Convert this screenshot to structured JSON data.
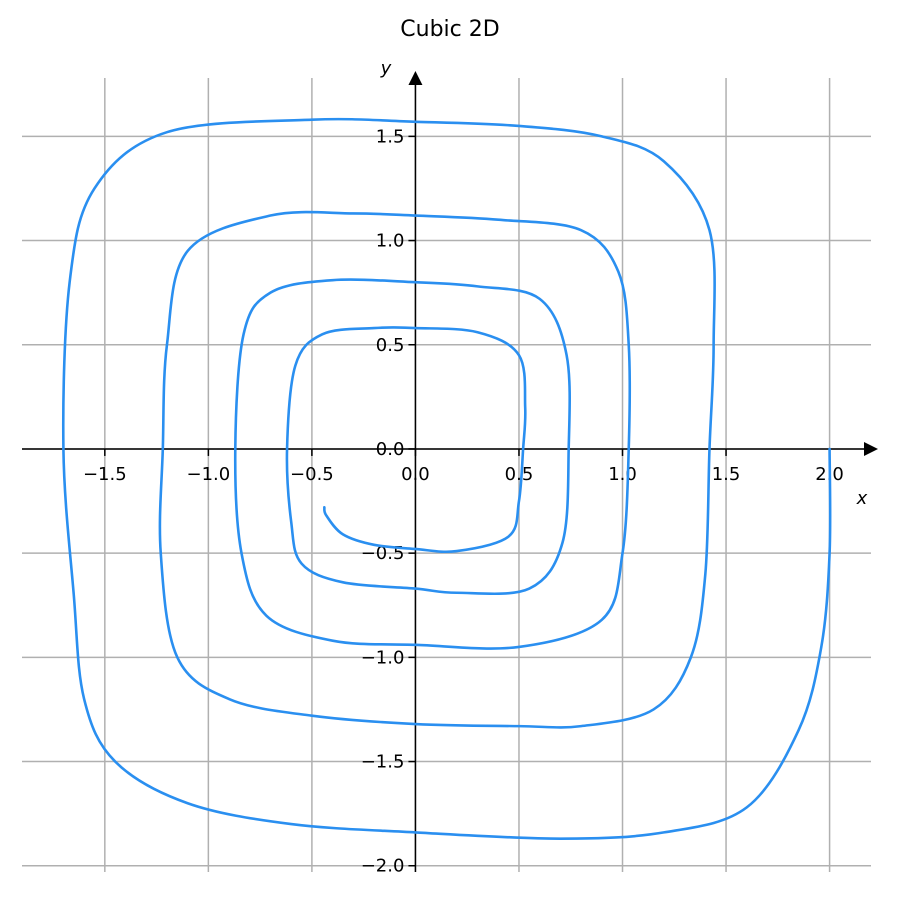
{
  "chart_data": {
    "type": "line",
    "title": "Cubic 2D",
    "xlabel": "x",
    "ylabel": "y",
    "xlim": [
      -1.9,
      2.2
    ],
    "ylim": [
      -2.03,
      1.78
    ],
    "grid": true,
    "axes_through_origin": true,
    "x_ticks": [
      "−1.5",
      "−1.0",
      "−0.5",
      "0.0",
      "0.5",
      "1.0",
      "1.5",
      "2.0"
    ],
    "y_ticks": [
      "−2.0",
      "−1.5",
      "−1.0",
      "−0.5",
      "0.0",
      "0.5",
      "1.0",
      "1.5"
    ],
    "x_tick_values": [
      -1.5,
      -1.0,
      -0.5,
      0.0,
      0.5,
      1.0,
      1.5,
      2.0
    ],
    "y_tick_values": [
      -2.0,
      -1.5,
      -1.0,
      -0.5,
      0.0,
      0.5,
      1.0,
      1.5
    ],
    "series": [
      {
        "color": "#2a8ff0",
        "points": [
          [
            2.0,
            0.0
          ],
          [
            2.0,
            -0.5
          ],
          [
            1.96,
            -0.95
          ],
          [
            1.85,
            -1.35
          ],
          [
            1.6,
            -1.72
          ],
          [
            1.2,
            -1.84
          ],
          [
            0.7,
            -1.87
          ],
          [
            0.0,
            -1.84
          ],
          [
            -0.6,
            -1.8
          ],
          [
            -1.1,
            -1.7
          ],
          [
            -1.45,
            -1.5
          ],
          [
            -1.6,
            -1.2
          ],
          [
            -1.65,
            -0.7
          ],
          [
            -1.7,
            0.0
          ],
          [
            -1.67,
            0.8
          ],
          [
            -1.55,
            1.25
          ],
          [
            -1.2,
            1.52
          ],
          [
            -0.5,
            1.58
          ],
          [
            0.0,
            1.57
          ],
          [
            0.5,
            1.55
          ],
          [
            0.9,
            1.5
          ],
          [
            1.2,
            1.38
          ],
          [
            1.42,
            1.05
          ],
          [
            1.44,
            0.5
          ],
          [
            1.42,
            0.0
          ],
          [
            1.4,
            -0.6
          ],
          [
            1.33,
            -1.0
          ],
          [
            1.15,
            -1.25
          ],
          [
            0.8,
            -1.33
          ],
          [
            0.5,
            -1.33
          ],
          [
            0.0,
            -1.32
          ],
          [
            -0.5,
            -1.28
          ],
          [
            -0.9,
            -1.2
          ],
          [
            -1.15,
            -1.0
          ],
          [
            -1.23,
            -0.5
          ],
          [
            -1.22,
            0.0
          ],
          [
            -1.2,
            0.5
          ],
          [
            -1.1,
            0.95
          ],
          [
            -0.7,
            1.12
          ],
          [
            -0.3,
            1.13
          ],
          [
            0.0,
            1.12
          ],
          [
            0.4,
            1.1
          ],
          [
            0.8,
            1.05
          ],
          [
            0.98,
            0.85
          ],
          [
            1.03,
            0.5
          ],
          [
            1.03,
            0.0
          ],
          [
            1.0,
            -0.5
          ],
          [
            0.9,
            -0.82
          ],
          [
            0.5,
            -0.95
          ],
          [
            0.0,
            -0.94
          ],
          [
            -0.4,
            -0.92
          ],
          [
            -0.72,
            -0.8
          ],
          [
            -0.84,
            -0.5
          ],
          [
            -0.87,
            0.0
          ],
          [
            -0.83,
            0.55
          ],
          [
            -0.7,
            0.75
          ],
          [
            -0.4,
            0.81
          ],
          [
            0.0,
            0.8
          ],
          [
            0.3,
            0.78
          ],
          [
            0.6,
            0.72
          ],
          [
            0.73,
            0.45
          ],
          [
            0.74,
            0.0
          ],
          [
            0.71,
            -0.45
          ],
          [
            0.55,
            -0.67
          ],
          [
            0.2,
            -0.69
          ],
          [
            0.0,
            -0.67
          ],
          [
            -0.35,
            -0.64
          ],
          [
            -0.55,
            -0.55
          ],
          [
            -0.6,
            -0.35
          ],
          [
            -0.62,
            0.0
          ],
          [
            -0.58,
            0.4
          ],
          [
            -0.45,
            0.55
          ],
          [
            -0.2,
            0.58
          ],
          [
            0.0,
            0.58
          ],
          [
            0.3,
            0.56
          ],
          [
            0.5,
            0.45
          ],
          [
            0.53,
            0.2
          ],
          [
            0.52,
            0.0
          ],
          [
            0.5,
            -0.25
          ],
          [
            0.45,
            -0.42
          ],
          [
            0.2,
            -0.49
          ],
          [
            0.0,
            -0.48
          ],
          [
            -0.2,
            -0.46
          ],
          [
            -0.35,
            -0.41
          ],
          [
            -0.43,
            -0.32
          ],
          [
            -0.44,
            -0.28
          ]
        ]
      }
    ]
  }
}
